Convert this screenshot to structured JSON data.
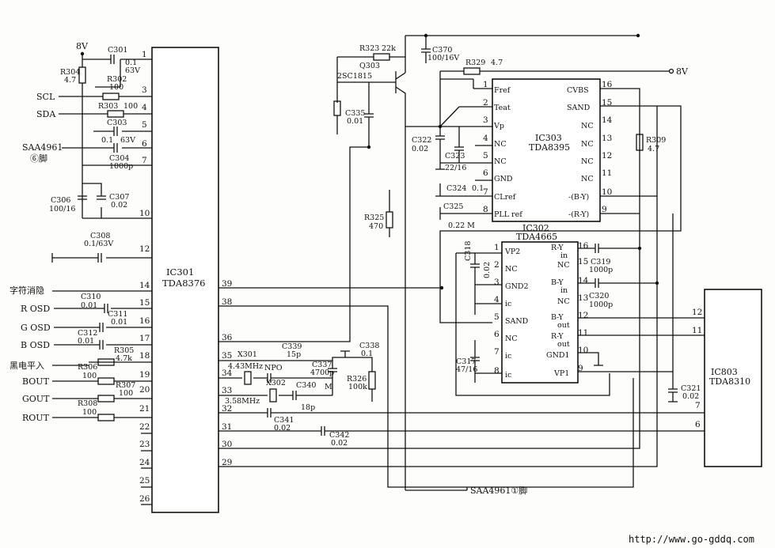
{
  "ic301": {
    "name": "IC301",
    "part": "TDA8376"
  },
  "ic303": {
    "name": "IC303",
    "part": "TDA8395"
  },
  "ic302": {
    "name": "IC302",
    "part": "TDA4665"
  },
  "ic803": {
    "name": "IC803",
    "part": "TDA8310"
  },
  "left_labels": {
    "v8": "8V",
    "scl": "SCL",
    "sda": "SDA",
    "saa_top": "SAA4961",
    "saa_pin": "⑥脚",
    "char": "字符消隐",
    "rosd": "R OSD",
    "gosd": "G OSD",
    "bosd": "B OSD",
    "ac": "黑电平入",
    "bout": "BOUT",
    "gout": "GOUT",
    "rout": "ROUT"
  },
  "parts": {
    "r304": "R304",
    "r304v": "4.7",
    "c301": "C301",
    "c301v": "0.1",
    "c301v2": "63V",
    "r302": "R302",
    "r302v": "100",
    "r303": "R303",
    "r303v": "100",
    "c303": "C303",
    "c303v": "0.1",
    "c303v2": "63V",
    "c304": "C304",
    "c304v": "1000p",
    "c306": "C306",
    "c306v": "100/16",
    "c307": "C307",
    "c307v": "0.02",
    "c308": "C308",
    "c308v": "0.1/63V",
    "c310": "C310",
    "c310v": "0.01",
    "c311": "C311",
    "c311v": "0.01",
    "c312": "C312",
    "c312v": "0.01",
    "r305": "R305",
    "r305v": "4.7k",
    "r306": "R306",
    "r306v": "100",
    "r307": "R307",
    "r307v": "100",
    "r308": "R308",
    "r308v": "100",
    "x301": "X301",
    "x301v": "4.43MHz",
    "x302": "X302",
    "x302v": "3.58MHz",
    "c339": "C339",
    "c339v": "15p",
    "c338": "C338",
    "c338v": "0.1",
    "npo": "NPO",
    "c337": "C337",
    "c337v": "4700p",
    "c340": "C340",
    "c340v": "18p",
    "m": "M",
    "r326": "R326",
    "r326v": "100k",
    "c341": "C341",
    "c341v": "0.02",
    "c342": "C342",
    "c342v": "0.02",
    "r323": "R323",
    "r323v": "22k",
    "q303": "Q303",
    "q303v": "2SC1815",
    "c370": "C370",
    "c370v": "100/16V",
    "r329": "R329",
    "r329v": "4.7",
    "v8b": "8V",
    "c335": "C335",
    "c335v": "0.01",
    "c322": "C322",
    "c322v": "0.02",
    "c323": "C323",
    "c323v": "22/16",
    "c324": "C324",
    "c324v": "0.1",
    "c325": "C325",
    "c325v": "0.22 M",
    "r325": "R325",
    "r325v": "470",
    "r309": "R309",
    "r309v": "4.7",
    "c318": "C318",
    "c318v": "0.02",
    "c319": "C319",
    "c319v": "1000p",
    "c320": "C320",
    "c320v": "1000p",
    "c317": "C317",
    "c317v": "47/16",
    "c321": "C321",
    "c321v": "0.02"
  },
  "ic303_pins_left": [
    "Fref",
    "Teat",
    "Vp",
    "NC",
    "NC",
    "GND",
    "CLref",
    "PLL ref"
  ],
  "ic303_pins_right": [
    "CVBS",
    "SAND",
    "NC",
    "NC",
    "NC",
    "NC",
    "-(B-Y)",
    "-(R-Y)"
  ],
  "ic302_pins_left": [
    "VP2",
    "NC",
    "GND2",
    "ic",
    "SAND",
    "NC",
    "ic",
    "ic"
  ],
  "ic302_pins_right": [
    "R-Y",
    "in",
    "NC",
    "B-Y",
    "in",
    "NC",
    "B-Y",
    "out",
    "R-Y",
    "out",
    "GND1",
    "VP1"
  ],
  "bottom_ref": "SAA4961①脚",
  "watermark": "http://www.go-gddq.com"
}
